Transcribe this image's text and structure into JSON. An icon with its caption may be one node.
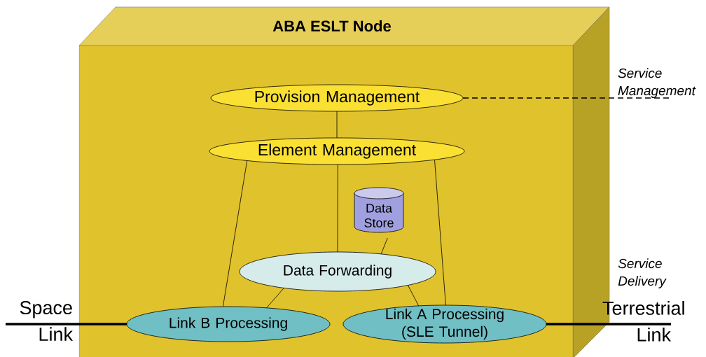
{
  "diagram": {
    "nodes": [
      {
        "text": [
          "ABA ESLT Node"
        ]
      },
      {
        "text": [
          "Provision Management"
        ],
        "in": 0
      },
      {
        "text": [
          "Element Management"
        ],
        "in": 0
      },
      {
        "text": [
          "Data Store"
        ],
        "in": 0
      },
      {
        "text": [
          "Data Forwarding"
        ],
        "in": 0
      },
      {
        "text": [
          "Link B Processing"
        ],
        "in": 0
      },
      {
        "text": [
          "Link A Processing (SLE Tunnel)"
        ],
        "in": 0
      },
      {
        "text": [
          "Space Link"
        ]
      },
      {
        "text": [
          "Terrestrial Link"
        ]
      },
      {
        "text": [
          "Service Management"
        ]
      }
    ],
    "edges": [
      {
        "from": 1,
        "to": 2,
        "arrow": "none"
      },
      {
        "from": 2,
        "to": 4,
        "arrow": "none"
      },
      {
        "from": 2,
        "to": 5,
        "arrow": "none"
      },
      {
        "from": 2,
        "to": 6,
        "arrow": "none"
      },
      {
        "from": 3,
        "to": 4,
        "arrow": "none"
      },
      {
        "from": 4,
        "to": 5,
        "arrow": "none"
      },
      {
        "from": 4,
        "to": 6,
        "arrow": "none"
      },
      {
        "from": 7,
        "to": 5,
        "arrow": "none",
        "style": "thick"
      },
      {
        "from": 6,
        "to": 8,
        "arrow": "none",
        "style": "thick"
      },
      {
        "from": 1,
        "to": 9,
        "arrow": "none",
        "style": "dashed"
      }
    ],
    "labels": [
      "Service Delivery"
    ]
  }
}
